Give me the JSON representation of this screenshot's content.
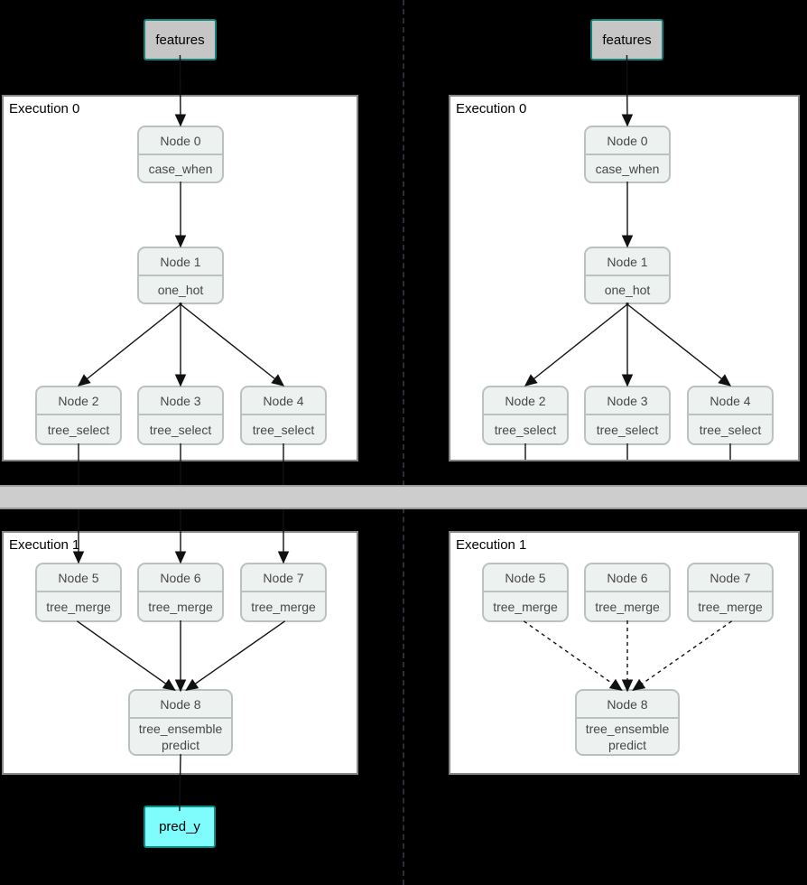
{
  "panels": {
    "exec0L": {
      "label": "Execution 0"
    },
    "exec0R": {
      "label": "Execution 0"
    },
    "exec1L": {
      "label": "Execution 1"
    },
    "exec1R": {
      "label": "Execution 1"
    }
  },
  "io": {
    "features_left": "features",
    "features_right": "features",
    "pred_y": "pred_y"
  },
  "nodes": {
    "nL0": {
      "title": "Node 0",
      "op": "case_when"
    },
    "nL1": {
      "title": "Node 1",
      "op": "one_hot"
    },
    "nL2": {
      "title": "Node 2",
      "op": "tree_select"
    },
    "nL3": {
      "title": "Node 3",
      "op": "tree_select"
    },
    "nL4": {
      "title": "Node 4",
      "op": "tree_select"
    },
    "nL5": {
      "title": "Node 5",
      "op": "tree_merge"
    },
    "nL6": {
      "title": "Node 6",
      "op": "tree_merge"
    },
    "nL7": {
      "title": "Node 7",
      "op": "tree_merge"
    },
    "nL8": {
      "title": "Node 8",
      "op": "tree_ensemble\npredict"
    },
    "nR0": {
      "title": "Node 0",
      "op": "case_when"
    },
    "nR1": {
      "title": "Node 1",
      "op": "one_hot"
    },
    "nR2": {
      "title": "Node 2",
      "op": "tree_select"
    },
    "nR3": {
      "title": "Node 3",
      "op": "tree_select"
    },
    "nR4": {
      "title": "Node 4",
      "op": "tree_select"
    },
    "nR5": {
      "title": "Node 5",
      "op": "tree_merge"
    },
    "nR6": {
      "title": "Node 6",
      "op": "tree_merge"
    },
    "nR7": {
      "title": "Node 7",
      "op": "tree_merge"
    },
    "nR8": {
      "title": "Node 8",
      "op": "tree_ensemble\npredict"
    }
  },
  "edges": [
    {
      "from": "fL",
      "to": "nL0",
      "arrow": true,
      "sext": 6
    },
    {
      "from": "nL0",
      "to": "nL1",
      "arrow": true
    },
    {
      "from": "nL1",
      "to": "nL2",
      "arrow": true
    },
    {
      "from": "nL1",
      "to": "nL3",
      "arrow": true
    },
    {
      "from": "nL1",
      "to": "nL4",
      "arrow": true
    },
    {
      "from": "nL2",
      "to": "nL5",
      "arrow": true
    },
    {
      "from": "nL3",
      "to": "nL6",
      "arrow": true
    },
    {
      "from": "nL4",
      "to": "nL7",
      "arrow": true
    },
    {
      "from": "nL5",
      "to": "nL8",
      "arrow": true,
      "tdx": -8,
      "text": 2
    },
    {
      "from": "nL6",
      "to": "nL8",
      "arrow": true,
      "text": 2
    },
    {
      "from": "nL7",
      "to": "nL8",
      "arrow": true,
      "tdx": 8,
      "text": 2
    },
    {
      "from": "nL8",
      "to": "pY",
      "arrow": false,
      "text": 6
    },
    {
      "from": "fR",
      "to": "nR0",
      "arrow": true,
      "sext": 6
    },
    {
      "from": "nR0",
      "to": "nR1",
      "arrow": true
    },
    {
      "from": "nR1",
      "to": "nR2",
      "arrow": true
    },
    {
      "from": "nR1",
      "to": "nR3",
      "arrow": true
    },
    {
      "from": "nR1",
      "to": "nR4",
      "arrow": true
    },
    {
      "from": "nR2",
      "to": "panel:exec0R",
      "arrow": false
    },
    {
      "from": "nR3",
      "to": "panel:exec0R",
      "arrow": false
    },
    {
      "from": "nR4",
      "to": "panel:exec0R",
      "arrow": false
    },
    {
      "from": "nR5",
      "to": "nR8",
      "arrow": true,
      "dashed": true,
      "tdx": -8,
      "text": 2
    },
    {
      "from": "nR6",
      "to": "nR8",
      "arrow": true,
      "dashed": true,
      "text": 2
    },
    {
      "from": "nR7",
      "to": "nR8",
      "arrow": true,
      "dashed": true,
      "tdx": 8,
      "text": 2
    }
  ],
  "colors": {
    "background": "#000000",
    "panel_fill": "#ffffff",
    "panel_border": "#878787",
    "node_fill": "#edf2f1",
    "node_border": "#b9c2c0",
    "node_text": "#474747",
    "features_fill": "#c6c6c6",
    "features_border": "#0f807a",
    "pred_y_fill": "#7ffcfc",
    "pred_y_border": "#0d8c85",
    "sync_bar_fill": "#cdcdcd",
    "sync_bar_border": "#9a9a9a",
    "edge": "#111111",
    "separator_dash": "#2e2e38"
  }
}
